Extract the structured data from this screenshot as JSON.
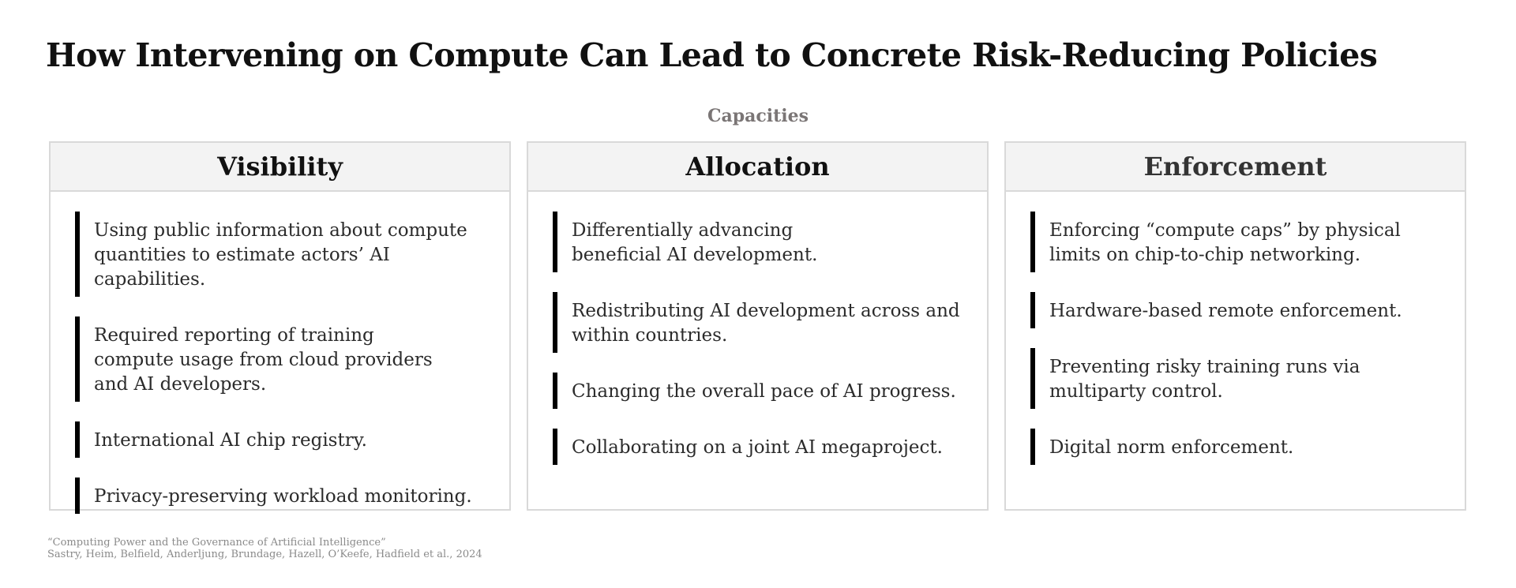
{
  "title": "How Intervening on Compute Can Lead to Concrete Risk-Reducing Policies",
  "section_label": "Capacities",
  "columns": [
    {
      "heading": "Visibility",
      "items": [
        "Using public information about compute quantities to estimate actors’ AI capabilities.",
        "Required reporting of training compute usage from cloud providers and AI developers.",
        "International AI chip registry.",
        "Privacy-preserving workload monitoring."
      ]
    },
    {
      "heading": "Allocation",
      "items": [
        "Differentially advancing beneficial AI development.",
        "Redistributing AI development across and within countries.",
        "Changing the overall pace of AI progress.",
        "Collaborating on a joint AI megaproject."
      ]
    },
    {
      "heading": "Enforcement",
      "items": [
        "Enforcing “compute caps” by physical limits on chip-to-chip networking.",
        "Hardware-based remote enforcement.",
        "Preventing risky training runs via multiparty control.",
        "Digital norm enforcement."
      ]
    }
  ],
  "citation": {
    "line1": "“Computing Power and the Governance of Artificial Intelligence”",
    "line2": "Sastry, Heim, Belfield, Anderljung, Brundage, Hazell, O’Keefe, Hadfield et al., 2024"
  }
}
